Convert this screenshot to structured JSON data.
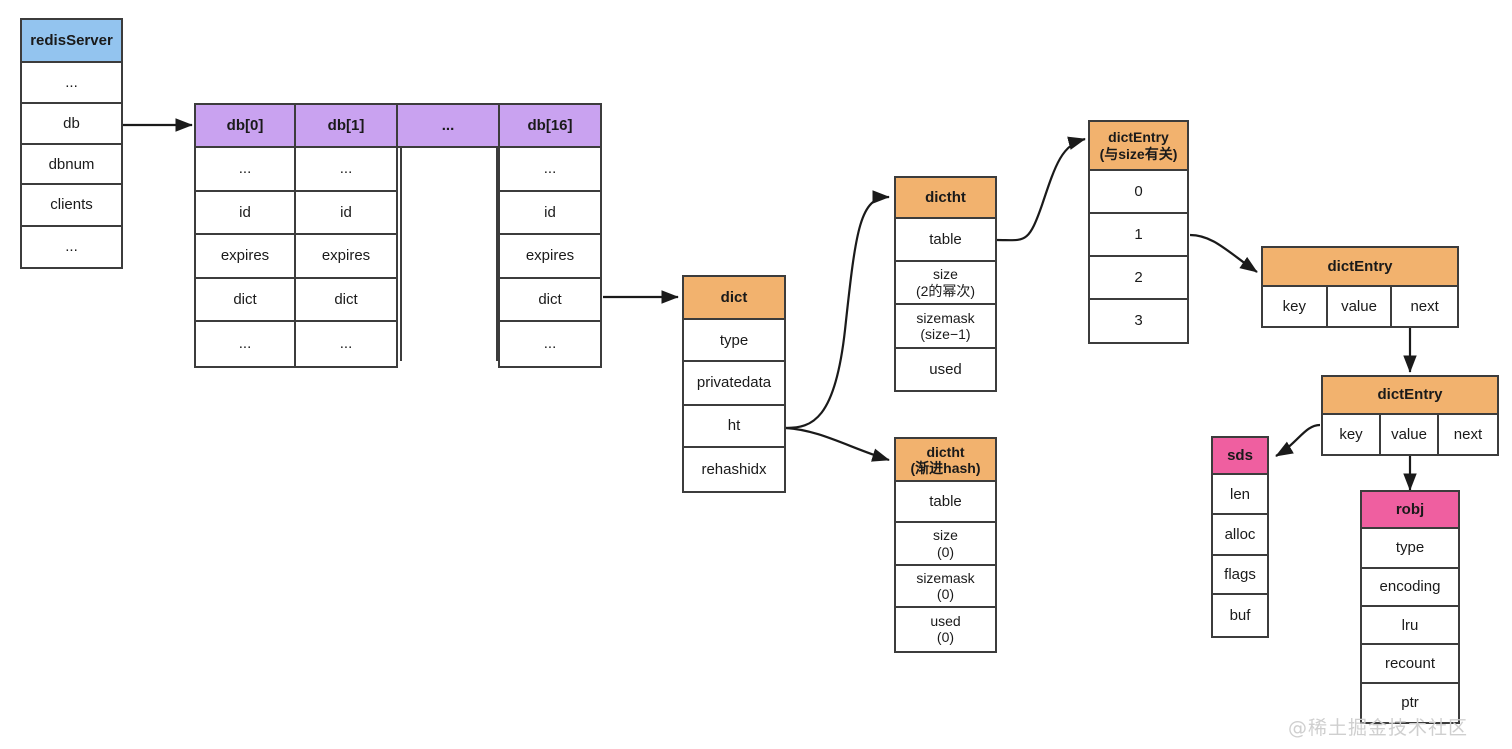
{
  "diagram": {
    "title": "Redis server database dict structure diagram",
    "watermark": "@稀土掘金技术社区",
    "colors": {
      "blue_header": "#93c4ef",
      "purple_header": "#c9a2f0",
      "orange_header": "#f2b26e",
      "pink_header": "#ef5fa0",
      "border": "#3c3c3c",
      "background": "#ffffff"
    }
  },
  "redis_server": {
    "header": "redisServer",
    "rows": [
      "...",
      "db",
      "dbnum",
      "clients",
      "..."
    ]
  },
  "db_array": {
    "columns": [
      {
        "header": "db[0]",
        "rows": [
          "...",
          "id",
          "expires",
          "dict",
          "..."
        ]
      },
      {
        "header": "db[1]",
        "rows": [
          "...",
          "id",
          "expires",
          "dict",
          "..."
        ]
      },
      {
        "header": "...",
        "rows": []
      },
      {
        "header": "db[16]",
        "rows": [
          "...",
          "id",
          "expires",
          "dict",
          "..."
        ]
      }
    ]
  },
  "dict": {
    "header": "dict",
    "rows": [
      "type",
      "privatedata",
      "ht",
      "rehashidx"
    ]
  },
  "dictht_top": {
    "header": "dictht",
    "rows": [
      "table",
      "size\n(2的幂次)",
      "sizemask\n(size−1)",
      "used"
    ]
  },
  "dictht_bottom": {
    "header": "dictht\n(渐进hash)",
    "rows": [
      "table",
      "size\n(0)",
      "sizemask\n(0)",
      "used\n(0)"
    ]
  },
  "dict_entry_table": {
    "header": "dictEntry\n(与size有关)",
    "rows": [
      "0",
      "1",
      "2",
      "3"
    ]
  },
  "dict_entry_node_1": {
    "header": "dictEntry",
    "fields": [
      "key",
      "value",
      "next"
    ]
  },
  "dict_entry_node_2": {
    "header": "dictEntry",
    "fields": [
      "key",
      "value",
      "next"
    ]
  },
  "sds": {
    "header": "sds",
    "rows": [
      "len",
      "alloc",
      "flags",
      "buf"
    ]
  },
  "robj": {
    "header": "robj",
    "rows": [
      "type",
      "encoding",
      "lru",
      "recount",
      "ptr"
    ]
  }
}
